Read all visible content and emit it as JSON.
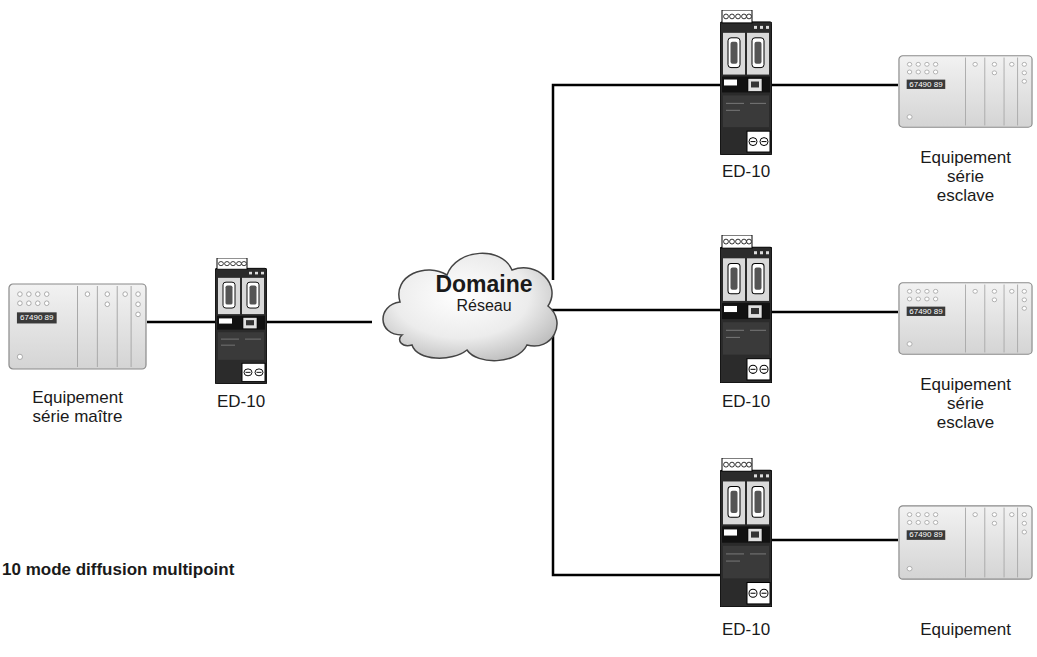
{
  "diagram": {
    "caption": "10 mode diffusion multipoint",
    "nodes": [
      {
        "text": [
          "Equipement série maître"
        ]
      },
      {
        "text": [
          "ED-10"
        ]
      },
      {
        "text": [
          "Domaine",
          "Réseau"
        ]
      },
      {
        "text": [
          "ED-10"
        ]
      },
      {
        "text": [
          "Equipement série esclave"
        ]
      },
      {
        "text": [
          "ED-10"
        ]
      },
      {
        "text": [
          "Equipement série esclave"
        ]
      },
      {
        "text": [
          "ED-10"
        ]
      },
      {
        "text": [
          "Equipement"
        ]
      }
    ],
    "edges": [
      {
        "from": 0,
        "to": 1,
        "arrow": "none"
      },
      {
        "from": 1,
        "to": 2,
        "arrow": "none"
      },
      {
        "from": 2,
        "to": 3,
        "arrow": "none"
      },
      {
        "from": 3,
        "to": 4,
        "arrow": "none"
      },
      {
        "from": 2,
        "to": 5,
        "arrow": "none"
      },
      {
        "from": 5,
        "to": 6,
        "arrow": "none"
      },
      {
        "from": 2,
        "to": 7,
        "arrow": "none"
      },
      {
        "from": 7,
        "to": 8,
        "arrow": "none"
      }
    ],
    "labels": [
      "67490 89",
      "67490 89",
      "67490 89",
      "67490 89"
    ]
  }
}
